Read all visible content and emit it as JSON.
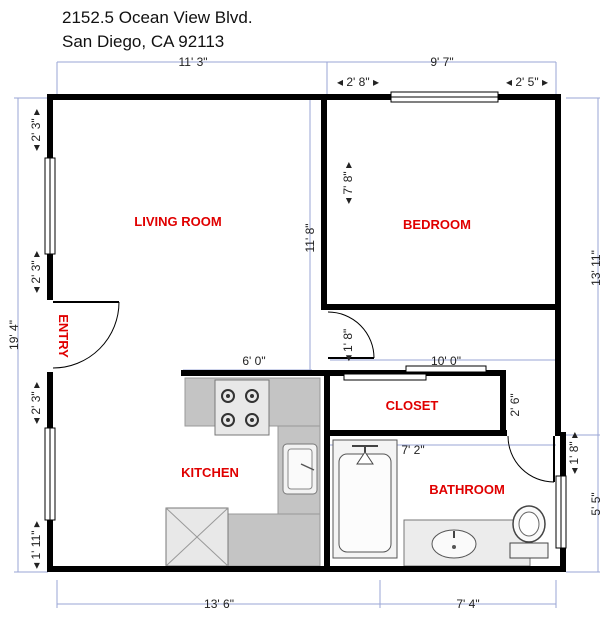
{
  "address": {
    "line1": "2152.5 Ocean View Blvd.",
    "line2": "San Diego, CA 92113"
  },
  "rooms": {
    "living": "LIVING ROOM",
    "bedroom": "BEDROOM",
    "closet": "CLOSET",
    "kitchen": "KITCHEN",
    "bathroom": "BATHROOM",
    "entry": "ENTRY"
  },
  "dimensions": {
    "top_left": "11' 3\"",
    "top_right": "9' 7\"",
    "bed_left_seg": "2' 8\"",
    "bed_right_seg": "2' 5\"",
    "left_top_window": "2' 3\"",
    "left_mid": "2' 3\"",
    "left_total": "19' 4\"",
    "left_lower_window": "2' 3\"",
    "left_bottom": "1' 11\"",
    "living_height": "11' 8\"",
    "bed_inner": "7' 8\"",
    "bed_door": "1' 8\"",
    "kitchen_width": "6' 0\"",
    "closet_width": "10' 0\"",
    "closet_depth": "2' 6\"",
    "bath_width": "7' 2\"",
    "right_upper": "13' 11\"",
    "bath_door": "1' 8\"",
    "right_lower": "5' 5\"",
    "bottom_left": "13' 6\"",
    "bottom_right": "7' 4\""
  }
}
